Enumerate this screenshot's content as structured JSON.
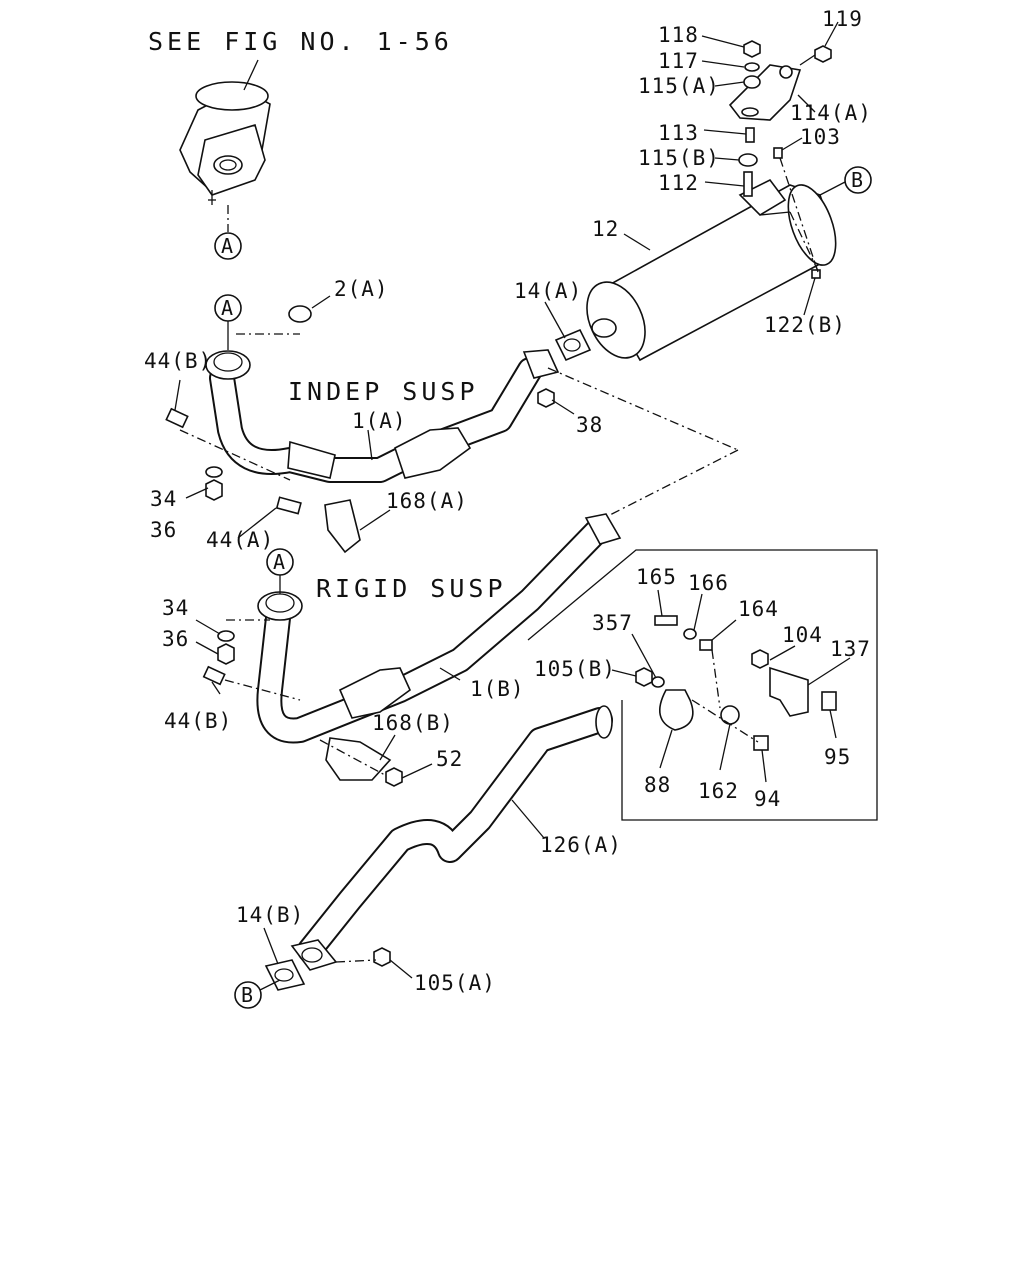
{
  "figure": {
    "header": "SEE FIG NO. 1-56",
    "variants": {
      "indep": "INDEP SUSP",
      "rigid": "RIGID SUSP"
    },
    "refs": {
      "a": "A",
      "b": "B"
    },
    "labels": {
      "p118": "118",
      "p119": "119",
      "p117": "117",
      "p115a": "115(A)",
      "p114a": "114(A)",
      "p113": "113",
      "p103": "103",
      "p115b": "115(B)",
      "p112": "112",
      "p12": "12",
      "p2a": "2(A)",
      "p14a": "14(A)",
      "p122b": "122(B)",
      "p44b_top": "44(B)",
      "p38": "38",
      "p1a": "1(A)",
      "p34_top": "34",
      "p36_top": "36",
      "p168a": "168(A)",
      "p44a": "44(A)",
      "p34_low": "34",
      "p36_low": "36",
      "p44b_low": "44(B)",
      "p1b": "1(B)",
      "p168b": "168(B)",
      "p52": "52",
      "p165": "165",
      "p166": "166",
      "p164": "164",
      "p357": "357",
      "p104": "104",
      "p137": "137",
      "p105b": "105(B)",
      "p88": "88",
      "p162": "162",
      "p94": "94",
      "p95": "95",
      "p126a": "126(A)",
      "p14b": "14(B)",
      "p105a": "105(A)"
    }
  }
}
